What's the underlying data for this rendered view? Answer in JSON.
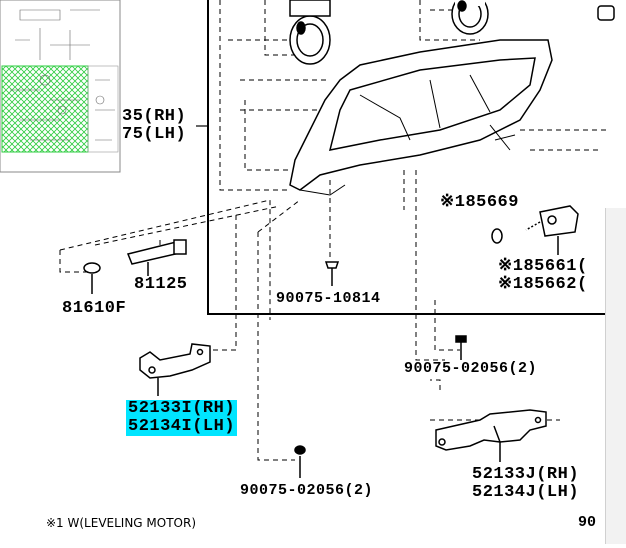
{
  "labels": {
    "housing_rh_suffix": "35(RH)",
    "housing_lh_suffix": "75(LH)",
    "p85669": "※185669",
    "p85661": "※185661(",
    "p85662": "※185662(",
    "p81125": "81125",
    "p81610f": "81610F",
    "p90075_10814": "90075-10814",
    "p90075_02056_a": "90075-02056(2)",
    "p52133i": "52133I(RH)",
    "p52134i": "52134I(LH)",
    "p52133j": "52133J(RH)",
    "p52134j": "52134J(LH)",
    "p90075_02056_b": "90075-02056(2)",
    "page_ref": "90"
  },
  "footnote": "※1 W(LEVELING MOTOR)",
  "colors": {
    "highlight": "#00e5ff",
    "hatch": "#2ecc40",
    "line": "#000000"
  }
}
